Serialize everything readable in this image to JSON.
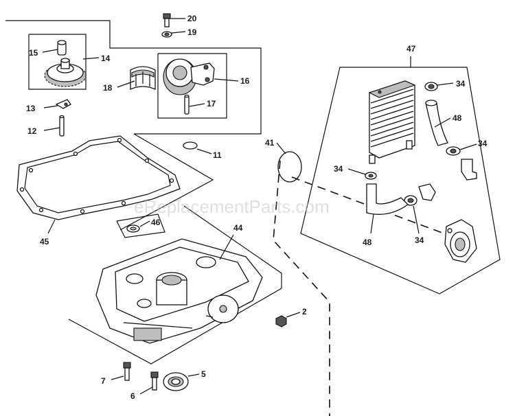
{
  "watermark": "eReplacementParts.com",
  "callouts": {
    "c20": "20",
    "c19": "19",
    "c15": "15",
    "c14": "14",
    "c18": "18",
    "c16": "16",
    "c17": "17",
    "c13": "13",
    "c12": "12",
    "c11": "11",
    "c45": "45",
    "c46": "46",
    "c44": "44",
    "c2": "2",
    "c7": "7",
    "c6": "6",
    "c5": "5",
    "c47": "47",
    "c34a": "34",
    "c48a": "48",
    "c34b": "34",
    "c41": "41",
    "c34c": "34",
    "c48b": "48",
    "c34d": "34"
  }
}
